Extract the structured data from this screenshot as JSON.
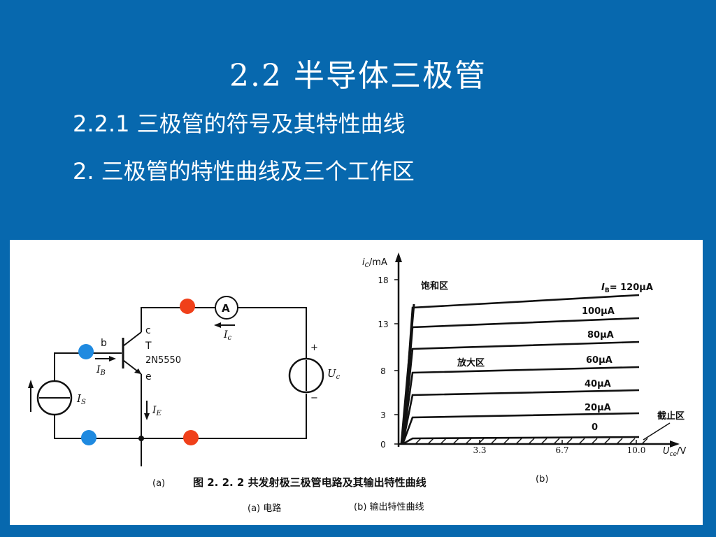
{
  "slide": {
    "title": "2.2  半导体三极管",
    "subtitle1": "2.2.1  三极管的符号及其特性曲线",
    "subtitle2": "2.  三极管的特性曲线及三个工作区"
  },
  "circuit": {
    "ammeter": "A",
    "ic_label": "I",
    "ic_sub": "c",
    "terminal_c": "c",
    "terminal_b": "b",
    "terminal_e": "e",
    "transistor": "T",
    "model": "2N5550",
    "ib_label": "I",
    "ib_sub": "B",
    "ie_label": "I",
    "ie_sub": "E",
    "is_label": "I",
    "is_sub": "S",
    "uc_label": "U",
    "uc_sub": "c",
    "plus": "+",
    "minus": "−",
    "panel_a": "(a)"
  },
  "graph": {
    "yaxis_label": "i",
    "yaxis_sub": "C",
    "yaxis_unit": "/mA",
    "xaxis_label": "U",
    "xaxis_sub": "ce",
    "xaxis_unit": "/V",
    "y_ticks": [
      "18",
      "13",
      "8",
      "3",
      "0"
    ],
    "x_ticks": [
      "3.3",
      "6.7",
      "10.0"
    ],
    "saturation": "饱和区",
    "active": "放大区",
    "cutoff": "截止区",
    "ib_prefix": "I",
    "ib_prefix_sub": "B",
    "curve_labels": [
      "= 120μA",
      "100μA",
      "80μA",
      "60μA",
      "40μA",
      "20μA",
      "0"
    ],
    "panel_b": "(b)"
  },
  "caption": {
    "main": "图 2. 2. 2 共发射极三极管电路及其输出特性曲线",
    "sub_a": "(a) 电路",
    "sub_b": "(b) 输出特性曲线"
  },
  "colors": {
    "background": "#0768ae",
    "dot_red": "#f0401a",
    "dot_blue": "#1f8ae0"
  }
}
